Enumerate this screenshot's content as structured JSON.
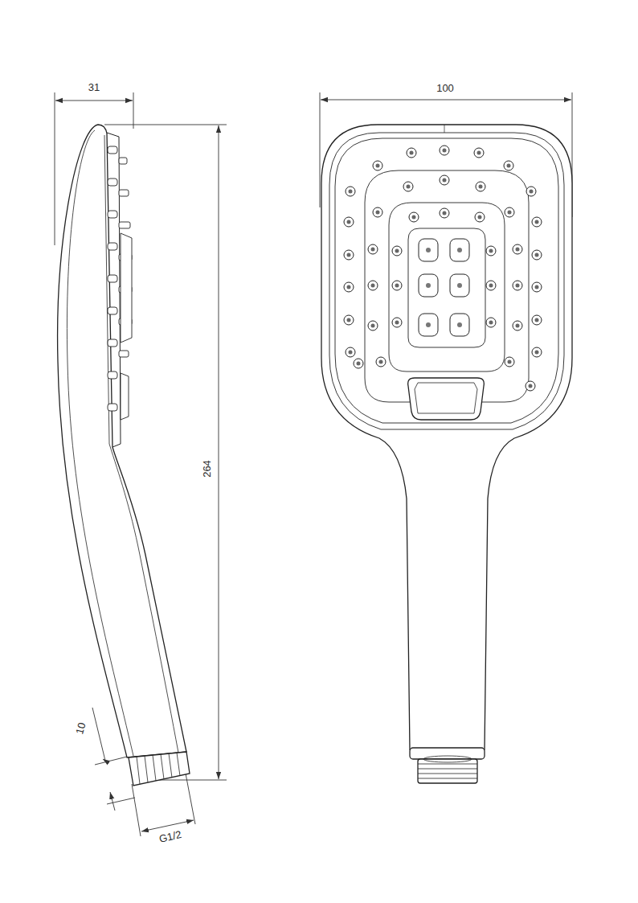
{
  "diagram": {
    "labels": [
      "31",
      "100",
      "264",
      "10",
      "G1/2"
    ]
  }
}
